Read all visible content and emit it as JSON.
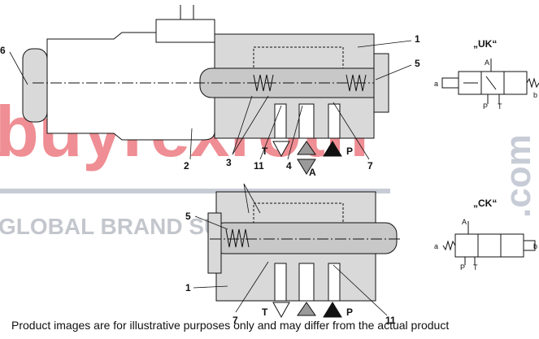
{
  "watermark": {
    "brand": "buyrexroth",
    "dotcom": ".com",
    "tagline": "GLOBAL BRAND SUPPORT",
    "brand_color": "#e2323c",
    "tagline_color": "#7a8290"
  },
  "callouts": {
    "top": [
      "1",
      "2",
      "3",
      "4",
      "5",
      "6",
      "7",
      "11"
    ],
    "bottom": [
      "1",
      "5",
      "7",
      "11"
    ]
  },
  "ports": {
    "tank": "T",
    "pressure": "P",
    "work": "A"
  },
  "symbols": {
    "uk": {
      "title": "„UK“",
      "port_a": "A",
      "port_p": "P",
      "port_t": "T",
      "side_a": "a",
      "side_b": "b"
    },
    "ck": {
      "title": "„CK“",
      "port_a": "A",
      "port_p": "P",
      "port_t": "T",
      "side_a": "a",
      "side_b": "b"
    }
  },
  "caption": "Product images are for illustrative purposes only and may differ from the actual product"
}
